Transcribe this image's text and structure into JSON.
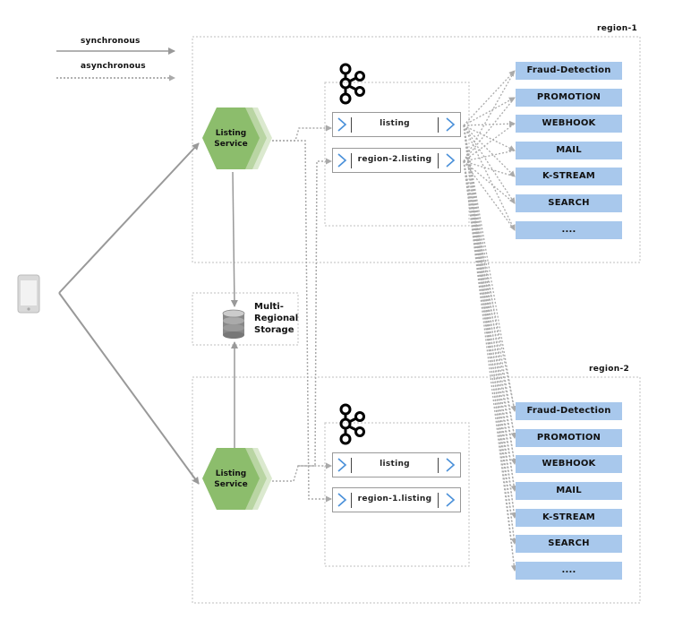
{
  "legend": {
    "synchronous": "synchronous",
    "asynchronous": "asynchronous"
  },
  "regions": [
    {
      "name": "region-1",
      "service_label": "Listing Service",
      "topics": [
        "listing",
        "region-2.listing"
      ],
      "consumers": [
        "Fraud-Detection",
        "PROMOTION",
        "WEBHOOK",
        "MAIL",
        "K-STREAM",
        "SEARCH",
        "...."
      ]
    },
    {
      "name": "region-2",
      "service_label": "Listing Service",
      "topics": [
        "listing",
        "region-1.listing"
      ],
      "consumers": [
        "Fraud-Detection",
        "PROMOTION",
        "WEBHOOK",
        "MAIL",
        "K-STREAM",
        "SEARCH",
        "...."
      ]
    }
  ],
  "storage": {
    "label": "Multi-Regional Storage"
  },
  "icons": {
    "client": "mobile-phone-icon",
    "storage": "database-icon",
    "broker": "kafka-icon"
  },
  "colors": {
    "service_fill": "#8cbd6c",
    "consumer_fill": "#a8c8ec",
    "arrow_blue": "#4a90d9",
    "line_gray": "#999999"
  }
}
